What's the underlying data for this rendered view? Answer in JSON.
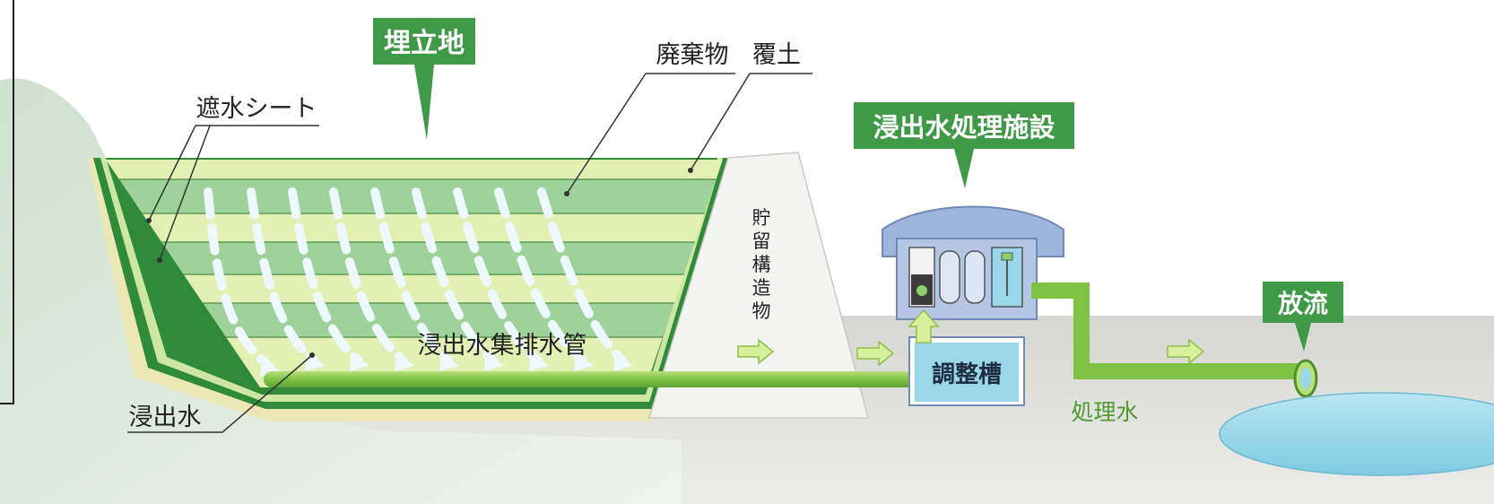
{
  "labels": {
    "landfill": "埋立地",
    "waste": "廃棄物",
    "cover_soil": "覆土",
    "liner_sheet": "遮水シート",
    "treatment_facility": "浸出水処理施設",
    "retaining_structure": [
      "貯",
      "留",
      "構",
      "造",
      "物"
    ],
    "collection_pipe": "浸出水集排水管",
    "leachate": "浸出水",
    "regulating_tank": "調整槽",
    "treated_water": "処理水",
    "discharge": "放流"
  },
  "colors": {
    "label_box_green": "#3f9a47",
    "dark_green_liner": "#2f8a3a",
    "light_layer": "#e6efb5",
    "mid_layer": "#9fd29a",
    "pipe_green": "#86c94b",
    "facility_blue": "#9fb6dc",
    "water_blue": "#9ad7ea",
    "ground_gray": "#d9d9d6"
  }
}
